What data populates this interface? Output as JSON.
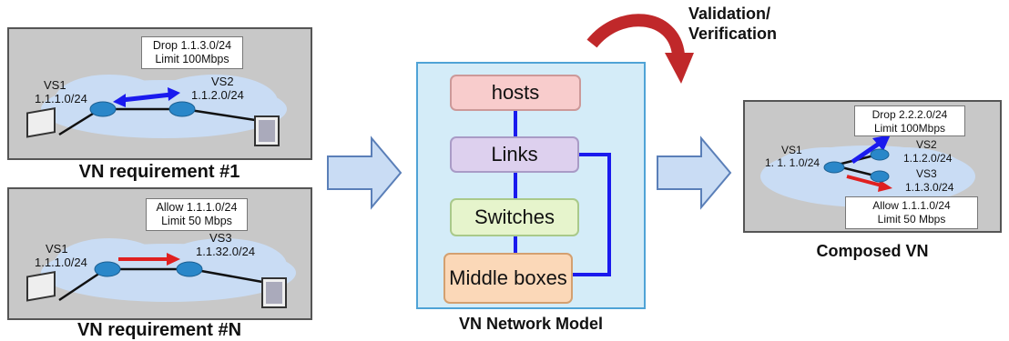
{
  "left_top": {
    "callout": [
      "Drop 1.1.3.0/24",
      "Limit 100Mbps"
    ],
    "vs1_name": "VS1",
    "vs1_ip": "1.1.1.0/24",
    "vs2_name": "VS2",
    "vs2_ip": "1.1.2.0/24",
    "caption": "VN requirement #1"
  },
  "left_bottom": {
    "callout": [
      "Allow 1.1.1.0/24",
      "Limit 50 Mbps"
    ],
    "vs1_name": "VS1",
    "vs1_ip": "1.1.1.0/24",
    "vs3_name": "VS3",
    "vs3_ip": "1.1.32.0/24",
    "caption": "VN requirement #N"
  },
  "model": {
    "boxes": [
      "hosts",
      "Links",
      "Switches",
      "Middle boxes"
    ],
    "caption": "VN Network Model",
    "validation": [
      "Validation/",
      "Verification"
    ]
  },
  "composed": {
    "callout_top": [
      "Drop 2.2.2.0/24",
      "Limit 100Mbps"
    ],
    "callout_bottom": [
      "Allow 1.1.1.0/24",
      "Limit 50 Mbps"
    ],
    "vs1_name": "VS1",
    "vs1_ip": "1. 1. 1.0/24",
    "vs2_name": "VS2",
    "vs2_ip": "1.1.2.0/24",
    "vs3_name": "VS3",
    "vs3_ip": "1.1.3.0/24",
    "caption": "Composed VN"
  },
  "colors": {
    "panel": "#c8c8c8",
    "cloud": "#c9dcf4",
    "model_bg": "#d4ecf8",
    "hosts": "#f8cccc",
    "links": "#ddd0ee",
    "switches": "#e6f4cc",
    "middle": "#fbd8b8",
    "blue_line": "#1a1aee",
    "red_arrow": "#e02020",
    "big_arrow": "#c9dcf4",
    "curve_arrow": "#c0282a"
  }
}
